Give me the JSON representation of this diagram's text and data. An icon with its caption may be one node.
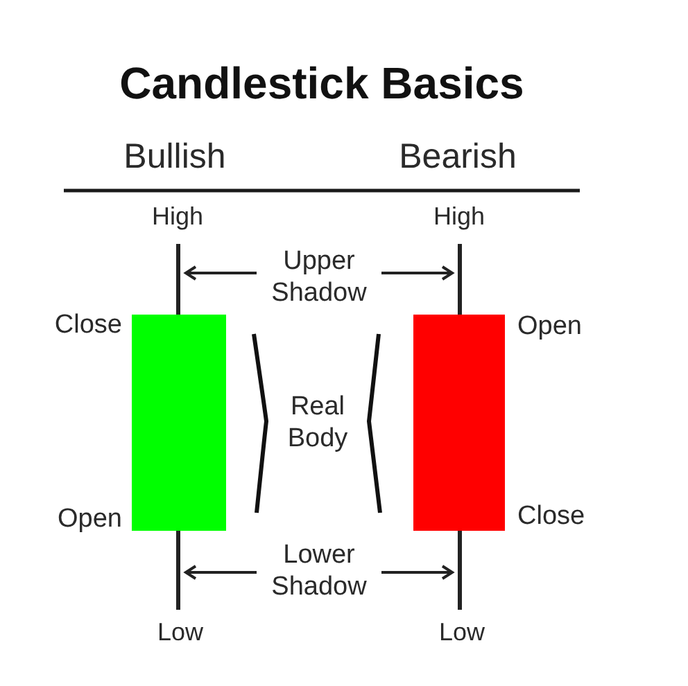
{
  "diagram": {
    "title": "Candlestick Basics",
    "nodes": [
      {
        "text": [],
        "shape": "bar",
        "beside": [
          "High"
        ]
      },
      {
        "text": [
          "Upper Shadow"
        ]
      },
      {
        "text": [],
        "shape": "bar",
        "beside": [
          "High"
        ]
      },
      {
        "text": [],
        "shape": "box",
        "beside": [
          "Close",
          "Open"
        ]
      },
      {
        "text": [],
        "shape": "box",
        "beside": [
          "Open",
          "Close"
        ]
      },
      {
        "text": [],
        "shape": "bar",
        "beside": [
          "Low"
        ]
      },
      {
        "text": [
          "Lower Shadow"
        ]
      },
      {
        "text": [],
        "shape": "bar",
        "beside": [
          "Low"
        ]
      }
    ],
    "edges": [
      {
        "from": 1,
        "to": 0,
        "arrow": "to"
      },
      {
        "from": 1,
        "to": 2,
        "arrow": "to"
      },
      {
        "from": 6,
        "to": 5,
        "arrow": "to"
      },
      {
        "from": 6,
        "to": 7,
        "arrow": "to"
      }
    ],
    "labels": [
      "Bullish",
      "Bearish",
      "Real Body"
    ]
  }
}
